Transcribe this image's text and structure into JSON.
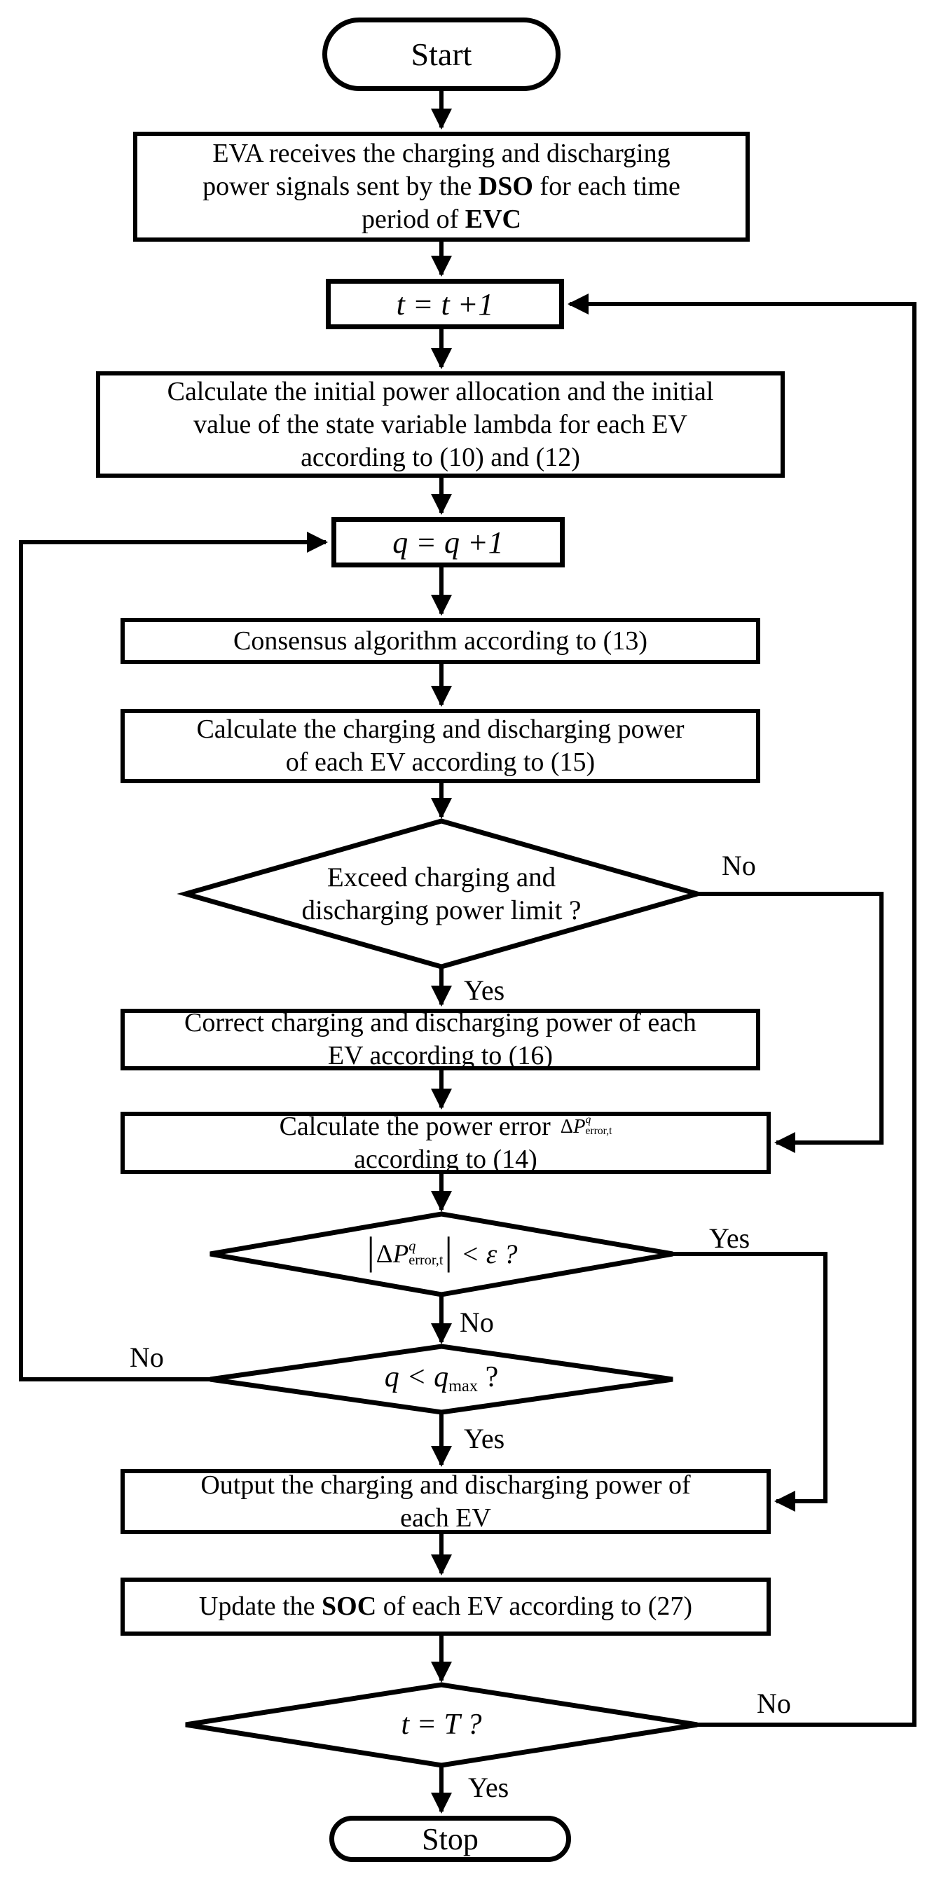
{
  "nodes": {
    "start": {
      "label": "Start"
    },
    "eva": {
      "line1": "EVA receives the charging and discharging",
      "line2_a": "power signals sent by the ",
      "line2_b": "DSO",
      "line2_c": " for each time",
      "line3_a": "period of ",
      "line3_b": "EVC"
    },
    "t_inc": {
      "label": "t = t +1"
    },
    "init": {
      "lines": [
        "Calculate the initial power allocation and the initial",
        "value of the state variable lambda for each EV",
        "according to (10) and (12)"
      ]
    },
    "q_inc": {
      "label": "q = q +1"
    },
    "consensus": {
      "label": "Consensus algorithm according to (13)"
    },
    "calc_power": {
      "lines": [
        "Calculate the charging and discharging power",
        "of each EV according to (15)"
      ]
    },
    "limit_check": {
      "lines": [
        "Exceed charging and",
        "discharging power limit ?"
      ]
    },
    "correct": {
      "lines": [
        "Correct charging and discharging power of each",
        "EV according to (16)"
      ]
    },
    "power_error": {
      "prefix": "Calculate the power error",
      "line2": "according to (14)"
    },
    "eps_check": {
      "rest": "< ε ?"
    },
    "qmax_check": {
      "prefix": "q < q",
      "sub": "max",
      "suffix": " ?"
    },
    "output": {
      "lines": [
        "Output the charging and discharging power of",
        "each EV"
      ]
    },
    "update_soc": {
      "a": "Update the ",
      "b": "SOC",
      "c": " of each EV according to (27)"
    },
    "t_check": {
      "label": "t = T ?"
    },
    "stop": {
      "label": "Stop"
    }
  },
  "math": {
    "delta": "Δ",
    "p": "P",
    "sup": "q",
    "sub": "error,t",
    "bar": "|"
  },
  "edge_labels": {
    "limit_no": "No",
    "limit_yes": "Yes",
    "eps_yes": "Yes",
    "eps_no": "No",
    "qmax_no": "No",
    "qmax_yes": "Yes",
    "t_no": "No",
    "t_yes": "Yes"
  },
  "colors": {
    "stroke": "#000000",
    "background": "#ffffff"
  }
}
